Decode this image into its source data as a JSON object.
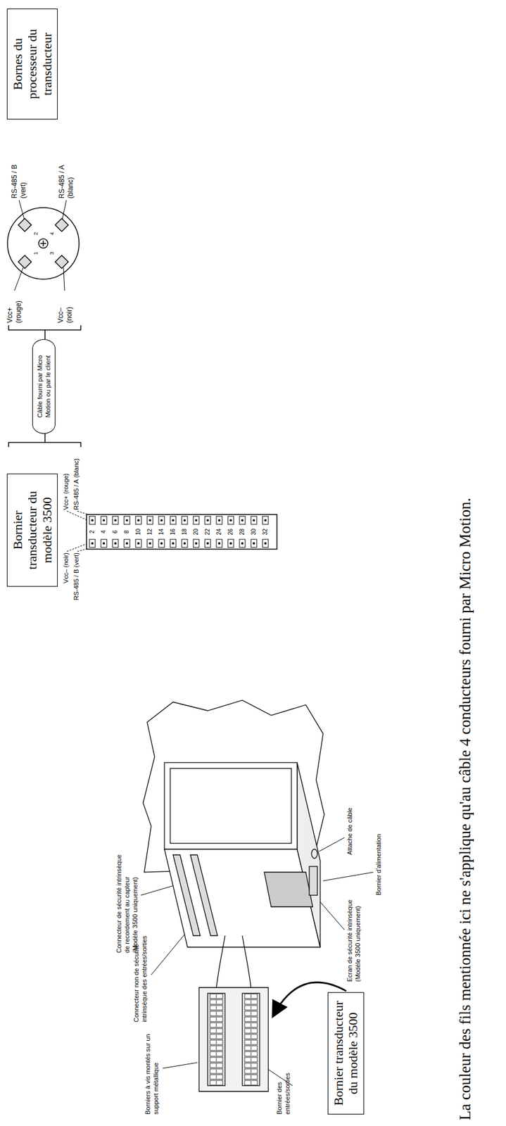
{
  "diagram": {
    "nodes": [
      {
        "text": [
          "Bornes du processeur du transducteur"
        ]
      },
      {
        "text": [
          "Bornier transducteur du modèle 3500"
        ]
      },
      {
        "text": [
          "Câble fourni par Micro Motion ou par le client"
        ]
      },
      {
        "text": [
          "Bornier transducteur du modèle 3500"
        ]
      }
    ],
    "labels": [
      "Vcc+ (rouge)",
      "Vcc– (noir)",
      "RS-485 / B (vert)",
      "RS-485 / A (blanc)",
      "1",
      "2",
      "3",
      "4",
      "Vcc+ (rouge)",
      "RS-485 / A (blanc)",
      "Vcc– (noir)",
      "RS-485 / B (vert)",
      "2",
      "4",
      "6",
      "8",
      "10",
      "12",
      "14",
      "16",
      "18",
      "20",
      "22",
      "24",
      "26",
      "28",
      "30",
      "32",
      "Connecteur de sécurité intrinsèque de recordement au capteur (Modèle 3500 uniquement)",
      "Connecteur non de sécurité intrinsèque des entrées/sorties",
      "Borniers à vis montés sur un support métallique",
      "Bornier des entrées/sorties",
      "Ecran de sécurité intrinsèque (Modèle 3500 uniquement)",
      "Attache de câble",
      "Bornier d'alimentation",
      "La couleur des fils mentionnée ici ne s'applique qu'au câble 4 conducteurs fourni par Micro Motion."
    ]
  }
}
